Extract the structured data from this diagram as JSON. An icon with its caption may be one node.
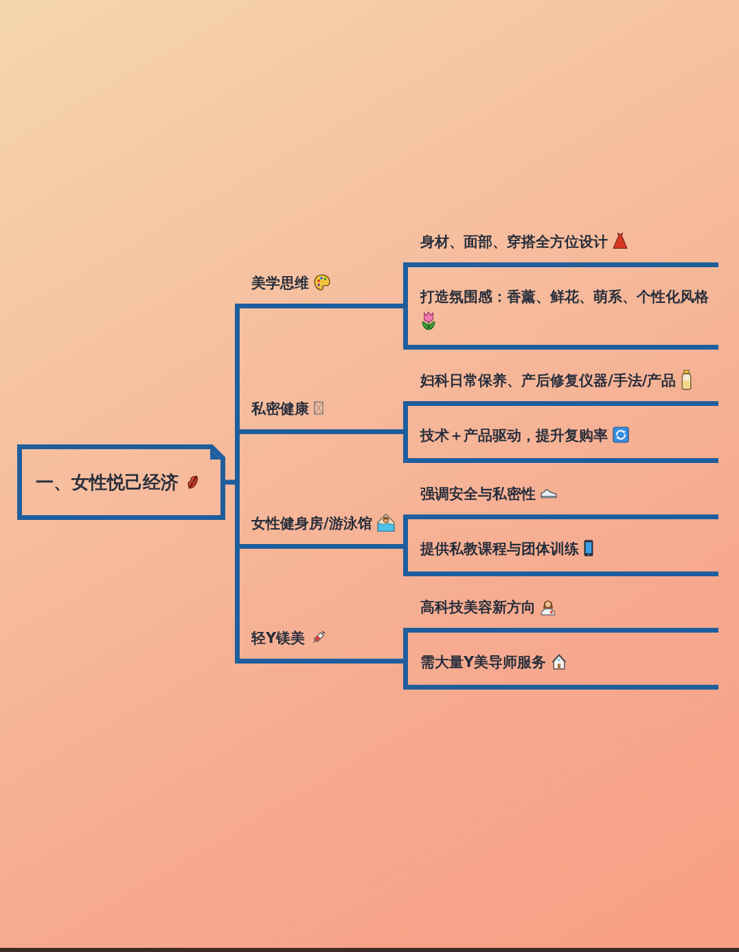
{
  "diagram": {
    "nodes": [
      {
        "text": [
          "一、女性悦己经济"
        ]
      },
      {
        "text": [
          "美学思维"
        ]
      },
      {
        "text": [
          "身材、面部、穿搭全方位设计"
        ]
      },
      {
        "text": [
          "打造氛围感：香薰、鲜花、萌系、个性化风格"
        ]
      },
      {
        "text": [
          "私密健康"
        ]
      },
      {
        "text": [
          "妇科日常保养、产后修复仪器/手法/产品"
        ]
      },
      {
        "text": [
          "技术＋产品驱动，提升复购率"
        ]
      },
      {
        "text": [
          "女性健身房/游泳馆"
        ]
      },
      {
        "text": [
          "强调安全与私密性"
        ]
      },
      {
        "text": [
          "提供私教课程与团体训练"
        ]
      },
      {
        "text": [
          "轻Y镁美"
        ]
      },
      {
        "text": [
          "高科技美容新方向"
        ]
      },
      {
        "text": [
          "需大量Y美导师服务"
        ]
      }
    ],
    "edges": [
      {
        "from": 0,
        "to": 1,
        "arrow": "none"
      },
      {
        "from": 0,
        "to": 4,
        "arrow": "none"
      },
      {
        "from": 0,
        "to": 7,
        "arrow": "none"
      },
      {
        "from": 0,
        "to": 10,
        "arrow": "none"
      },
      {
        "from": 1,
        "to": 2,
        "arrow": "none"
      },
      {
        "from": 1,
        "to": 3,
        "arrow": "none"
      },
      {
        "from": 4,
        "to": 5,
        "arrow": "none"
      },
      {
        "from": 4,
        "to": 6,
        "arrow": "none"
      },
      {
        "from": 7,
        "to": 8,
        "arrow": "none"
      },
      {
        "from": 7,
        "to": 9,
        "arrow": "none"
      },
      {
        "from": 10,
        "to": 11,
        "arrow": "none"
      },
      {
        "from": 10,
        "to": 12,
        "arrow": "none"
      }
    ]
  }
}
